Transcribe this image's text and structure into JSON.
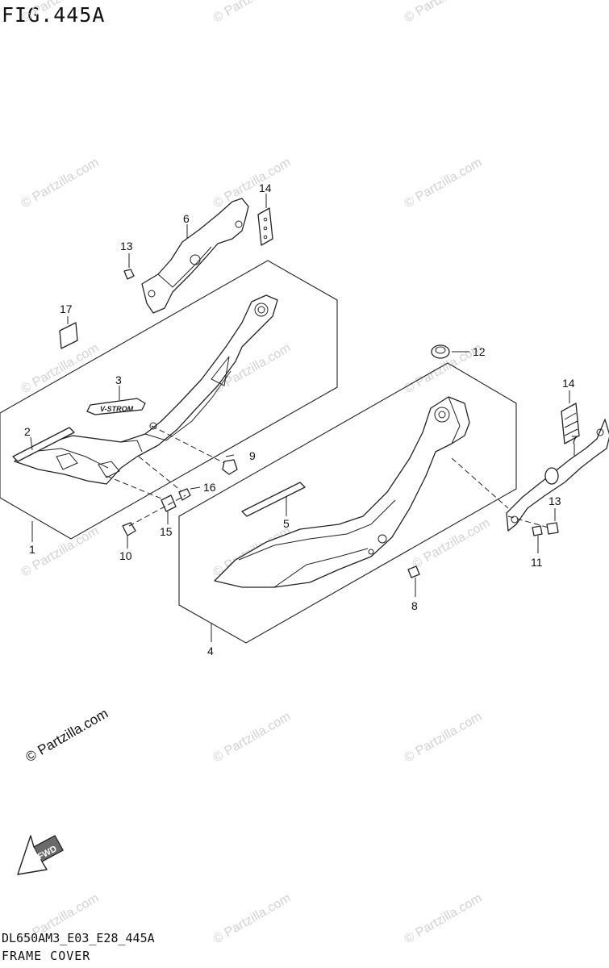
{
  "figure": {
    "title": "FIG.445A",
    "code": "DL650AM3_E03_E28_445A",
    "name": "FRAME COVER"
  },
  "watermark": {
    "text": "© Partzilla.com",
    "color": "#d2d2d2"
  },
  "callouts": {
    "c1": "1",
    "c2": "2",
    "c3": "3",
    "c4": "4",
    "c5": "5",
    "c6": "6",
    "c7": "7",
    "c8": "8",
    "c9": "9",
    "c10": "10",
    "c11": "11",
    "c12": "12",
    "c13a": "13",
    "c13b": "13",
    "c14a": "14",
    "c14b": "14",
    "c15": "15",
    "c16": "16",
    "c17": "17"
  },
  "fwd_label": "FWD"
}
